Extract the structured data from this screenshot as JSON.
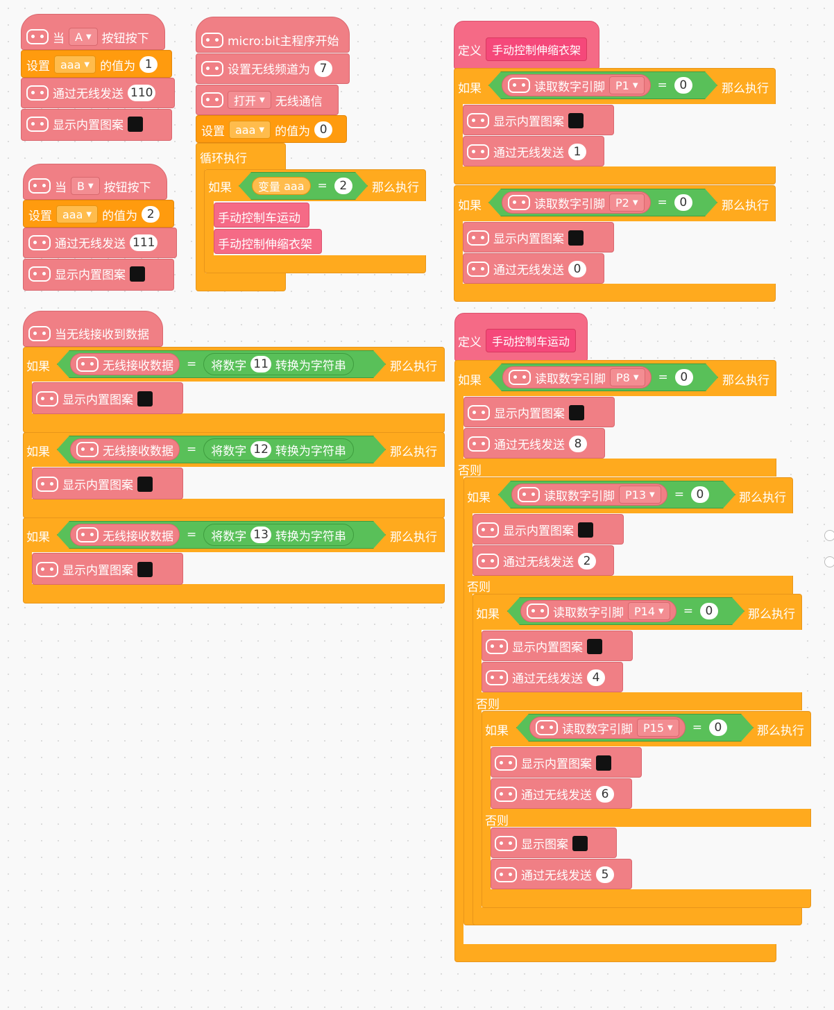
{
  "t": {
    "when": "当",
    "btn_press": "按钮按下",
    "set": "设置",
    "val_of": "的值为",
    "send": "通过无线发送",
    "show_builtin": "显示内置图案",
    "show_img": "显示图案",
    "main_start": "micro:bit主程序开始",
    "set_channel": "设置无线频道为",
    "open": "打开",
    "wireless": "无线通信",
    "loop": "循环执行",
    "if": "如果",
    "then": "那么执行",
    "else": "否则",
    "var": "变量",
    "radio_recv": "当无线接收到数据",
    "recv_data": "无线接收数据",
    "num_to_str": "将数字",
    "to_str": "转换为字符串",
    "define": "定义",
    "read_pin": "读取数字引脚",
    "eq": "=",
    "proc_car": "手动控制车运动",
    "proc_rack": "手动控制伸缩衣架"
  },
  "blockA": {
    "button": "A",
    "var": "aaa",
    "value": "1",
    "send": "110"
  },
  "blockB": {
    "button": "B",
    "var": "aaa",
    "value": "2",
    "send": "111"
  },
  "main": {
    "channel": "7",
    "var": "aaa",
    "value": "0",
    "cmp": "2"
  },
  "recv": {
    "n1": "11",
    "n2": "12",
    "n3": "13"
  },
  "rack": {
    "p1": "P1",
    "v1": "0",
    "s1": "1",
    "p2": "P2",
    "v2": "0",
    "s2": "0"
  },
  "car": {
    "p8": "P8",
    "v8": "0",
    "s8": "8",
    "p13": "P13",
    "v13": "0",
    "s13": "2",
    "p14": "P14",
    "v14": "0",
    "s14": "4",
    "p15": "P15",
    "v15": "0",
    "s15": "6",
    "s5": "5"
  }
}
